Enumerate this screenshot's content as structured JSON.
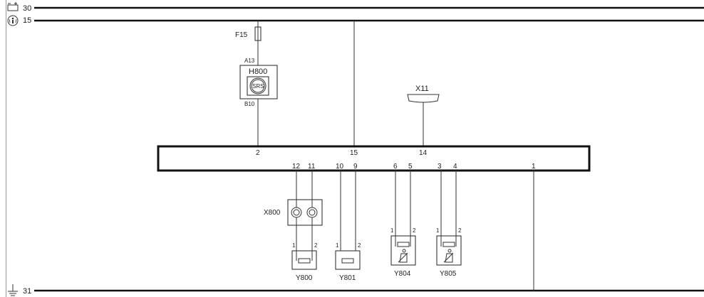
{
  "diagram": {
    "type": "wiring-schematic",
    "rails": [
      {
        "id": "30",
        "label": "30",
        "icon": "battery-icon"
      },
      {
        "id": "15",
        "label": "15",
        "icon": "ignition-icon"
      },
      {
        "id": "31",
        "label": "31",
        "icon": "ground-icon"
      }
    ],
    "fuse": {
      "label": "F15"
    },
    "lamp": {
      "label": "H800",
      "symbol": "SRS",
      "pin_top": "A13",
      "pin_bottom": "B10"
    },
    "diag_connector": {
      "label": "X11"
    },
    "control_unit": {
      "top_pins": [
        "2",
        "15",
        "14"
      ],
      "bottom_pins": [
        "12",
        "11",
        "10",
        "9",
        "6",
        "5",
        "3",
        "4",
        "1"
      ]
    },
    "clock_spring": {
      "label": "X800"
    },
    "actuators": [
      {
        "label": "Y800",
        "pin1": "1",
        "pin2": "2",
        "type": "airbag"
      },
      {
        "label": "Y801",
        "pin1": "1",
        "pin2": "2",
        "type": "airbag"
      },
      {
        "label": "Y804",
        "pin1": "1",
        "pin2": "2",
        "type": "seat-pretensioner"
      },
      {
        "label": "Y805",
        "pin1": "1",
        "pin2": "2",
        "type": "seat-pretensioner"
      }
    ]
  }
}
